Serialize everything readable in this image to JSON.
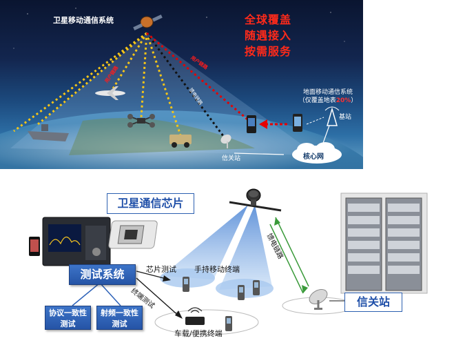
{
  "top": {
    "satellite_system_title": "卫星移动通信系统",
    "slogans": [
      "全球覆盖",
      "随遇接入",
      "按需服务"
    ],
    "ground_system_title": "地面移动通信系统",
    "ground_coverage_prefix": "（仅覆盖地表",
    "ground_coverage_value": "20%",
    "ground_coverage_suffix": "）",
    "base_station": "基站",
    "core_network": "核心网",
    "gateway": "信关站",
    "user_link_1": "用户链路",
    "user_link_2": "用户链路",
    "feeder_link": "馈电链路"
  },
  "bottom": {
    "chip_title": "卫星通信芯片",
    "test_system": "测试系统",
    "protocol_test": "协议一致性测试",
    "rf_test": "射频一致性测试",
    "chip_test": "芯片测试",
    "terminal_test": "终端测试",
    "handheld_terminal": "手持移动终端",
    "vehicle_terminal": "车载/便携终端",
    "feeder_link": "馈电链路",
    "gateway": "信关站"
  },
  "colors": {
    "yellow_link": "#f5c518",
    "red_link": "#e60000",
    "title_blue": "#1f4fa8",
    "box_blue": "#2d62b8"
  }
}
